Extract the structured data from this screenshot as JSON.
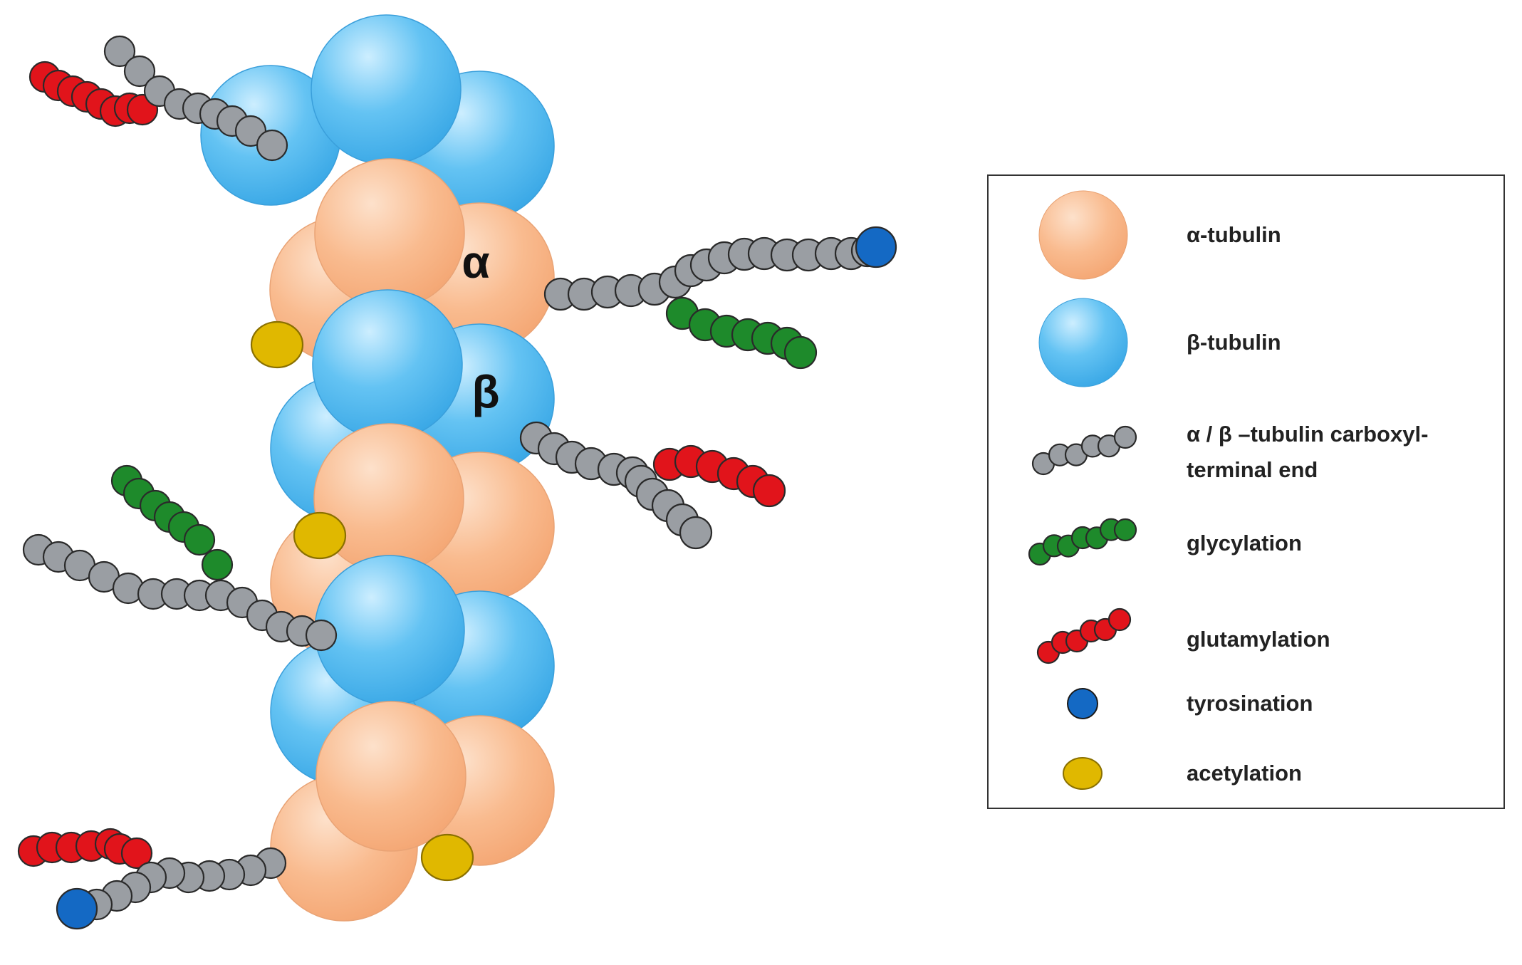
{
  "diagram": {
    "labels": {
      "alpha": "α",
      "beta": "β"
    }
  },
  "legend": {
    "items": [
      {
        "key": "alpha_tubulin",
        "label_lines": [
          "α-tubulin"
        ]
      },
      {
        "key": "beta_tubulin",
        "label_lines": [
          "β-tubulin"
        ]
      },
      {
        "key": "carboxyl_terminal",
        "label_lines": [
          "α / β –tubulin carboxyl-",
          "terminal end"
        ]
      },
      {
        "key": "glycylation",
        "label_lines": [
          "glycylation"
        ]
      },
      {
        "key": "glutamylation",
        "label_lines": [
          "glutamylation"
        ]
      },
      {
        "key": "tyrosination",
        "label_lines": [
          "tyrosination"
        ]
      },
      {
        "key": "acetylation",
        "label_lines": [
          "acetylation"
        ]
      }
    ]
  },
  "colors": {
    "alpha_tubulin": "#f9b98c",
    "beta_tubulin": "#5bbcf0",
    "carboxyl_terminal": "#9a9ea3",
    "glycylation": "#1e8a2b",
    "glutamylation": "#e1141b",
    "tyrosination": "#1469c4",
    "acetylation": "#e0b800",
    "outline": "#2a2a2a"
  }
}
